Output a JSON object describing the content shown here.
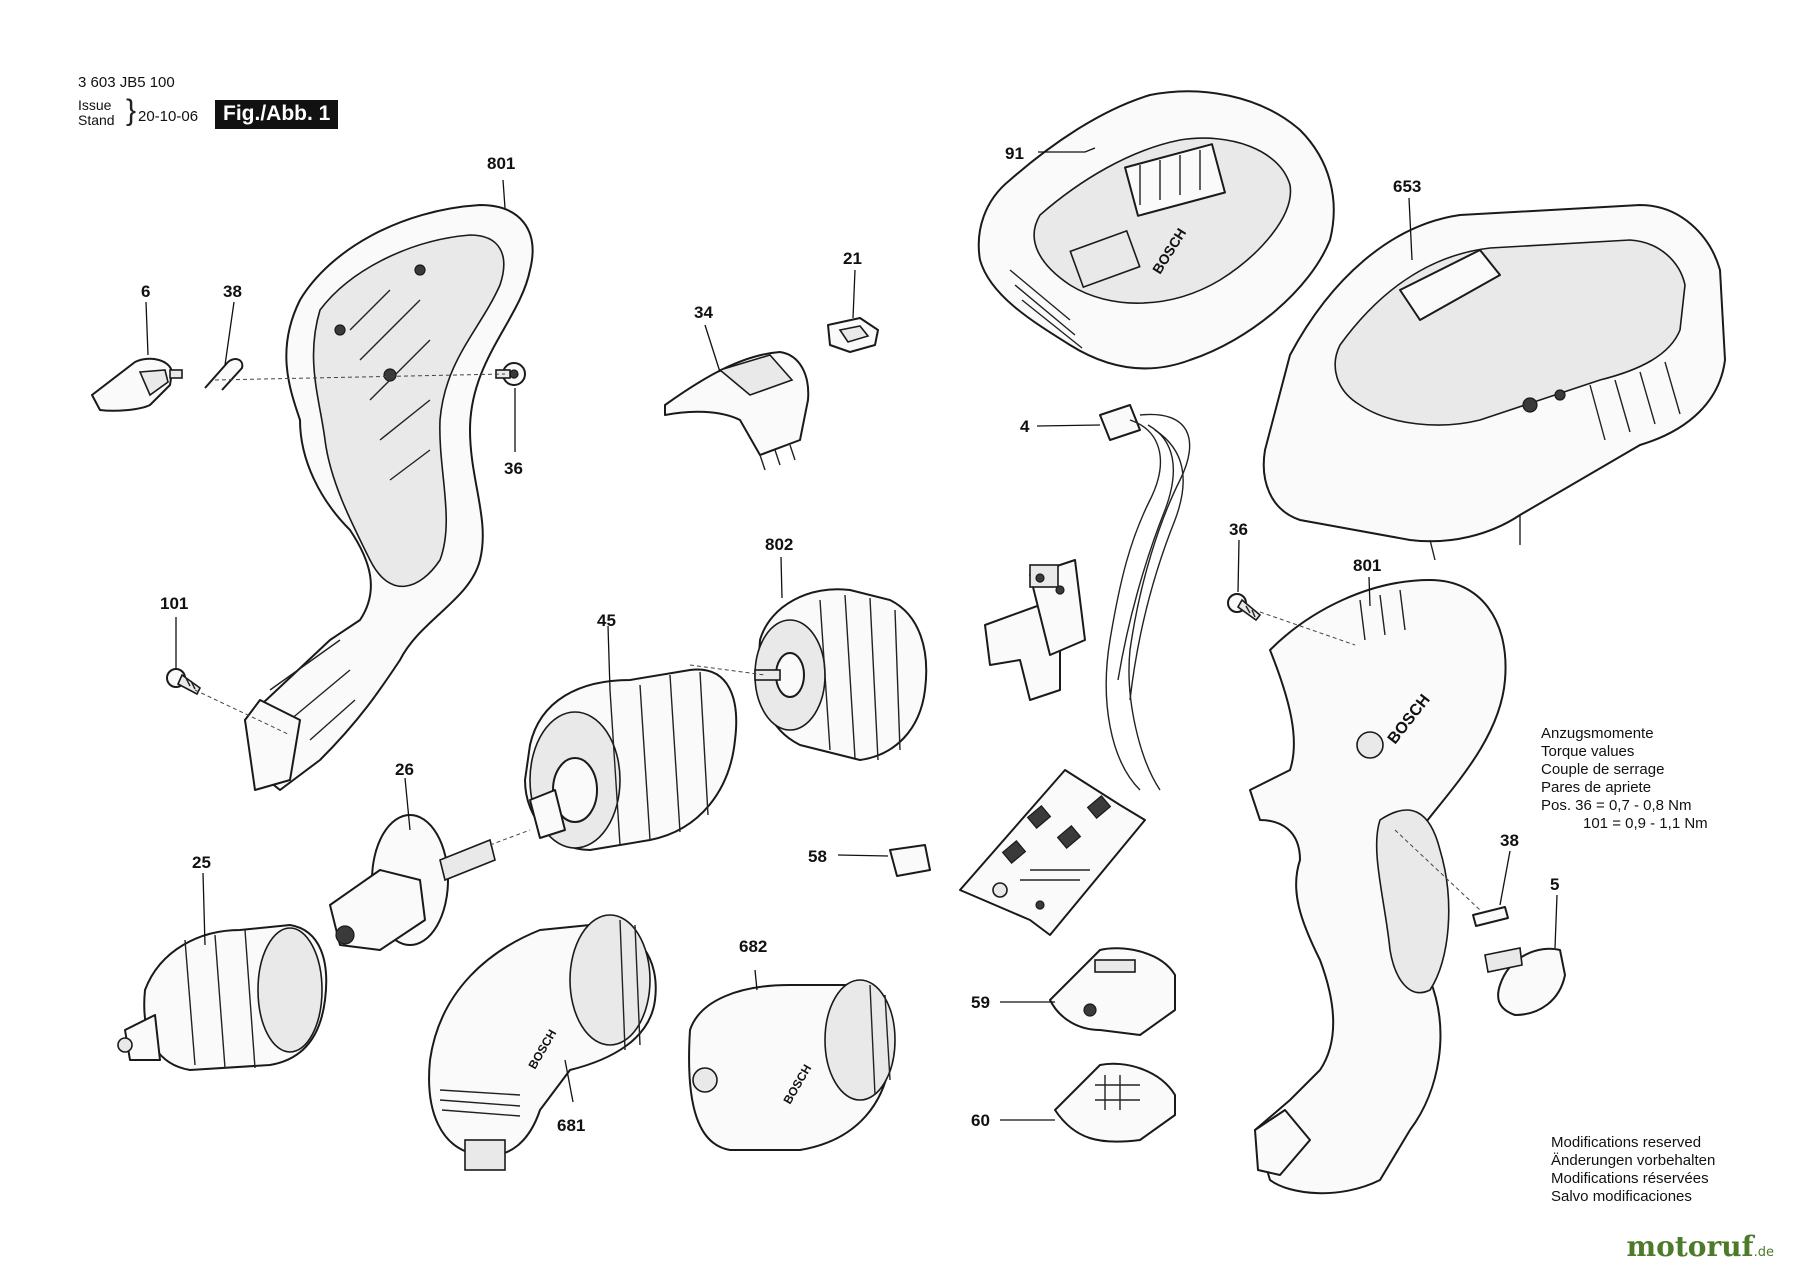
{
  "header": {
    "doc_code": "3 603 JB5 100",
    "issue_label": "Issue",
    "stand_label": "Stand",
    "issue_date": "20-10-06",
    "figure_label": "Fig./Abb. 1"
  },
  "part_labels": {
    "p801_top": "801",
    "p6": "6",
    "p38_left": "38",
    "p36_left": "36",
    "p101": "101",
    "p21": "21",
    "p34": "34",
    "p91": "91",
    "p653": "653",
    "p4": "4",
    "p802": "802",
    "p45": "45",
    "p26": "26",
    "p25": "25",
    "p36_right": "36",
    "p801_right": "801",
    "p58": "58",
    "p682": "682",
    "p681": "681",
    "p59": "59",
    "p60": "60",
    "p38_right": "38",
    "p5": "5"
  },
  "brand_marks": {
    "battery": "BOSCH",
    "housing": "BOSCH",
    "angle_adapter": "BOSCH",
    "offset_adapter": "BOSCH"
  },
  "torque": {
    "lines": [
      "Anzugsmomente",
      "Torque values",
      "Couple de serrage",
      "Pares de apriete"
    ],
    "row1": "Pos.  36  = 0,7 - 0,8 Nm",
    "row2": "101  = 0,9 - 1,1 Nm"
  },
  "modifications": [
    "Modifications reserved",
    "Änderungen vorbehalten",
    "Modifications réservées",
    "Salvo modificaciones"
  ],
  "watermark": {
    "name": "motoruf",
    "suffix": ".de"
  }
}
